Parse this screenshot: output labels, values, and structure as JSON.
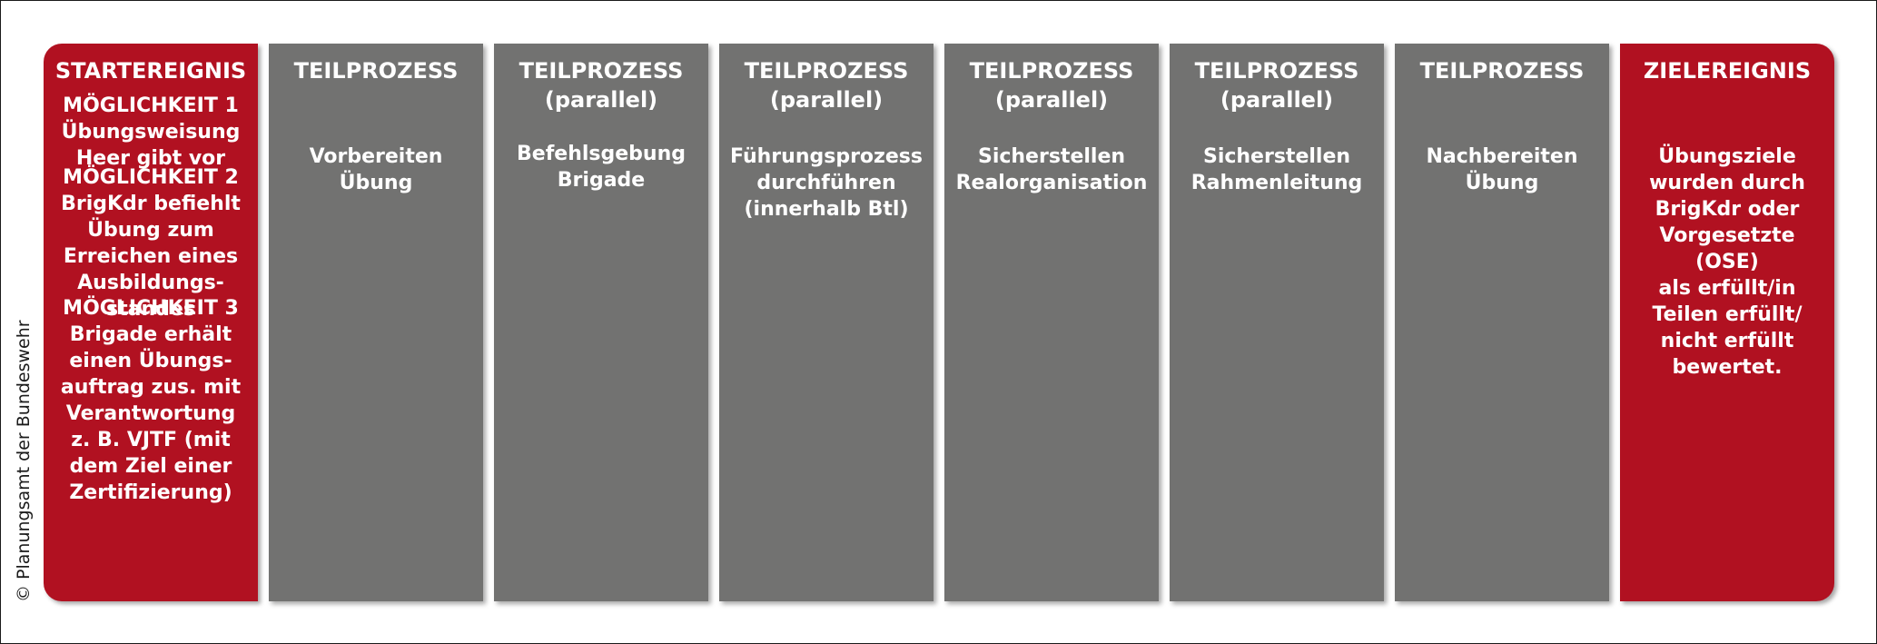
{
  "copyright": "© Planungsamt der Bundeswehr",
  "columns": [
    {
      "title": "STARTEREIGNIS",
      "options": [
        "MÖGLICHKEIT 1\nÜbungsweisung\nHeer gibt vor",
        "MÖGLICHKEIT 2\nBrigKdr befiehlt\nÜbung zum\nErreichen eines\nAusbildungs-\nstandes",
        "MÖGLICHKEIT 3\nBrigade erhält\neinen Übungs-\nauftrag zus. mit\nVerantwortung\nz. B. VJTF (mit\ndem Ziel einer\nZertifizierung)"
      ]
    },
    {
      "title": "TEILPROZESS",
      "body": "Vorbereiten\nÜbung"
    },
    {
      "title": "TEILPROZESS\n(parallel)",
      "body": "Befehlsgebung\nBrigade"
    },
    {
      "title": "TEILPROZESS\n(parallel)",
      "body": "Führungsprozess\ndurchführen\n(innerhalb Btl)"
    },
    {
      "title": "TEILPROZESS\n(parallel)",
      "body": "Sicherstellen\nRealorganisation"
    },
    {
      "title": "TEILPROZESS\n(parallel)",
      "body": "Sicherstellen\nRahmenleitung"
    },
    {
      "title": "TEILPROZESS",
      "body": "Nachbereiten\nÜbung"
    },
    {
      "title": "ZIELEREIGNIS",
      "body": "Übungsziele\nwurden durch\nBrigKdr oder\nVorgesetzte (OSE)\nals erfüllt/in\nTeilen erfüllt/\nnicht erfüllt\nbewertet."
    }
  ],
  "colors": {
    "event": "#b11121",
    "process": "#727271"
  }
}
